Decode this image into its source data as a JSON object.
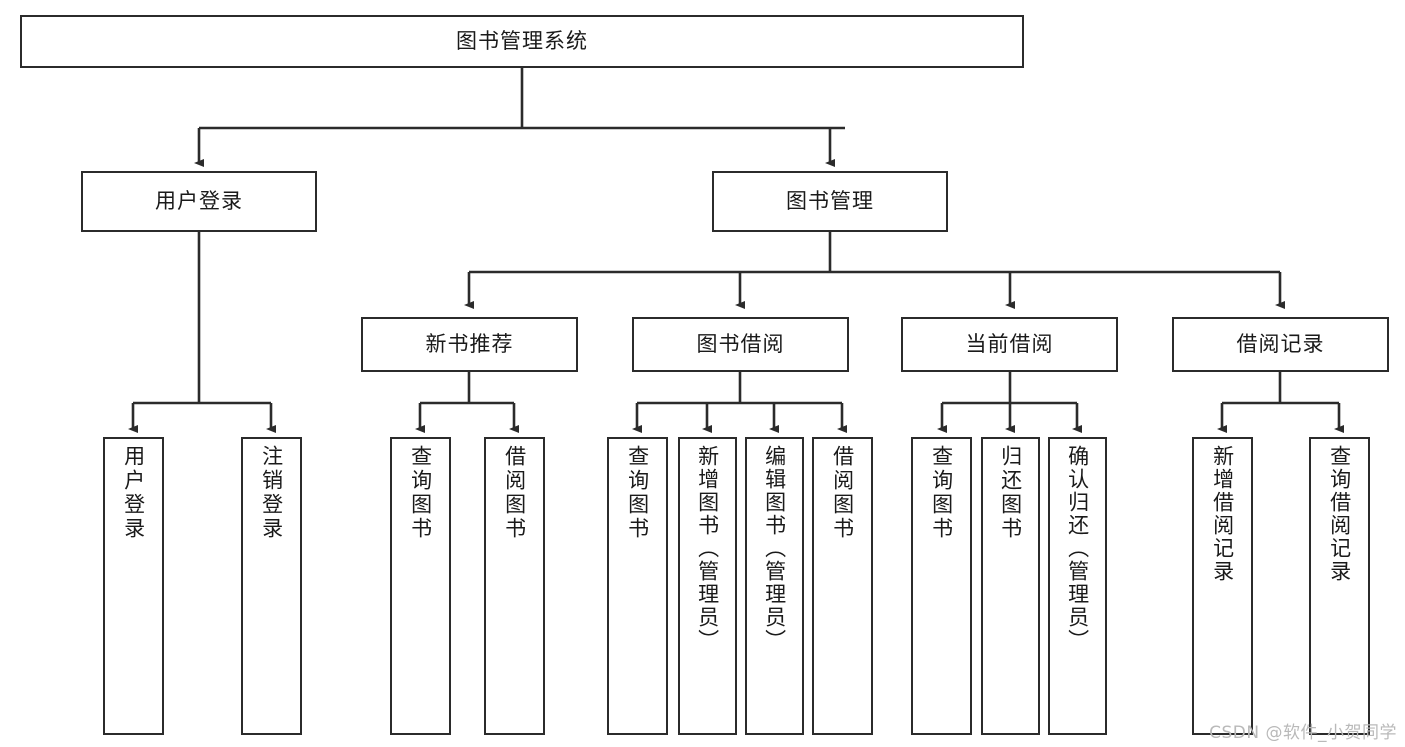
{
  "diagram": {
    "title": "图书管理系统",
    "type": "hierarchy-tree",
    "watermark": "CSDN @软件_小贺同学",
    "colors": {
      "stroke": "#2b2b2b",
      "fill": "#ffffff",
      "text": "#1a1a1a",
      "watermark": "#b9b9b9"
    },
    "nodes": {
      "root": {
        "label": "图书管理系统"
      },
      "level2": [
        {
          "label": "用户登录"
        },
        {
          "label": "图书管理"
        }
      ],
      "level3": [
        {
          "label": "新书推荐"
        },
        {
          "label": "图书借阅"
        },
        {
          "label": "当前借阅"
        },
        {
          "label": "借阅记录"
        }
      ],
      "leaves": {
        "user_login": [
          {
            "label": "用户登录"
          },
          {
            "label": "注销登录"
          }
        ],
        "new_book": [
          {
            "label": "查询图书"
          },
          {
            "label": "借阅图书"
          }
        ],
        "book_borrow": [
          {
            "label": "查询图书"
          },
          {
            "label": "新增图书（管理员）"
          },
          {
            "label": "编辑图书（管理员）"
          },
          {
            "label": "借阅图书"
          }
        ],
        "current_borrow": [
          {
            "label": "查询图书"
          },
          {
            "label": "归还图书"
          },
          {
            "label": "确认归还（管理员）"
          }
        ],
        "borrow_record": [
          {
            "label": "新增借阅记录"
          },
          {
            "label": "查询借阅记录"
          }
        ]
      }
    }
  }
}
